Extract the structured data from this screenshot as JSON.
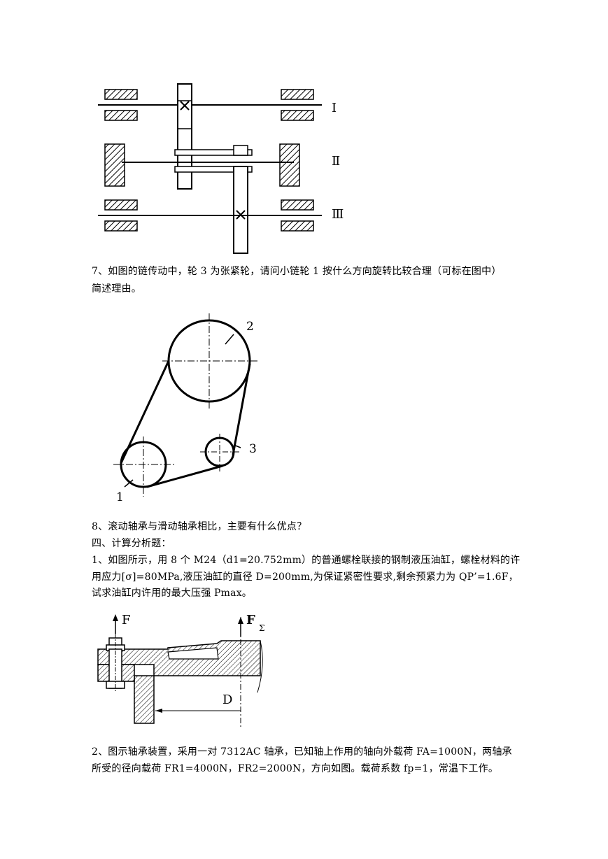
{
  "figure_gear": {
    "labels": [
      "Ⅰ",
      "Ⅱ",
      "Ⅲ"
    ]
  },
  "q7": {
    "line1": "7、如图的链传动中，轮 3 为张紧轮，请问小链轮 1 按什么方向旋转比较合理（可标在图中）",
    "line2": "简述理由。"
  },
  "figure_chain": {
    "labels": [
      "2",
      "3",
      "1"
    ]
  },
  "q8": {
    "text": "8、滚动轴承与滑动轴承相比，主要有什么优点？"
  },
  "section4": {
    "title": "四、计算分析题："
  },
  "calc1": {
    "line1": "1、如图所示，用 8 个 M24（d1=20.752mm）的普通螺栓联接的钢制液压油缸，螺栓材料的许",
    "line2": "用应力[σ]=80MPa,液压油缸的直径 D=200mm,为保证紧密性要求,剩余预紧力为 QP’=1.6F，",
    "line3": "试求油缸内许用的最大压强 Pmax。"
  },
  "figure_cylinder": {
    "label_f": "F",
    "label_fsum": "F",
    "label_sigma": "Σ",
    "label_d": "D"
  },
  "calc2": {
    "line1": "2、图示轴承装置，采用一对 7312AC 轴承，已知轴上作用的轴向外载荷 FA=1000N，两轴承",
    "line2": "所受的径向载荷 FR1=4000N，FR2=2000N，方向如图。载荷系数 fp=1，常温下工作。"
  }
}
